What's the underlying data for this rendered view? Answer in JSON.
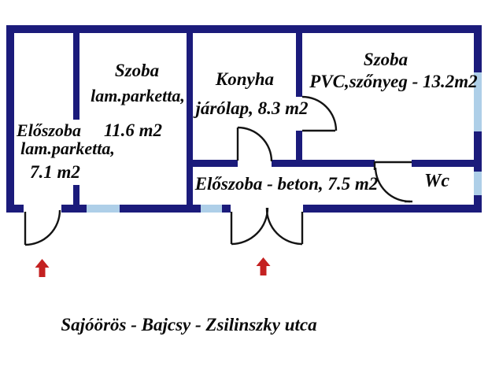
{
  "plan": {
    "address_caption": "Sajóörös - Bajcsy - Zsilinszky utca",
    "rooms": [
      {
        "name": "Előszoba",
        "floor": "lam.parketta,",
        "area": "7.1 m2"
      },
      {
        "name": "Szoba",
        "floor": "lam.parketta,",
        "area": "11.6 m2"
      },
      {
        "name": "Konyha",
        "floor": "járólap, 8.3 m2"
      },
      {
        "name": "Szoba",
        "floor": "PVC,szőnyeg - 13.2m2"
      },
      {
        "name": "Előszoba - beton, 7.5 m2"
      },
      {
        "name": "Wc"
      }
    ],
    "icons": [
      {
        "name": "entrance-arrow-left",
        "glyph": "up-arrow"
      },
      {
        "name": "entrance-arrow-main",
        "glyph": "up-arrow"
      }
    ]
  },
  "colors": {
    "wall": "#1b1b7b",
    "window": "#aecfe8",
    "door_line": "#141414",
    "arrow": "#c42121",
    "text": "#0a0a0a",
    "background": "#ffffff"
  }
}
